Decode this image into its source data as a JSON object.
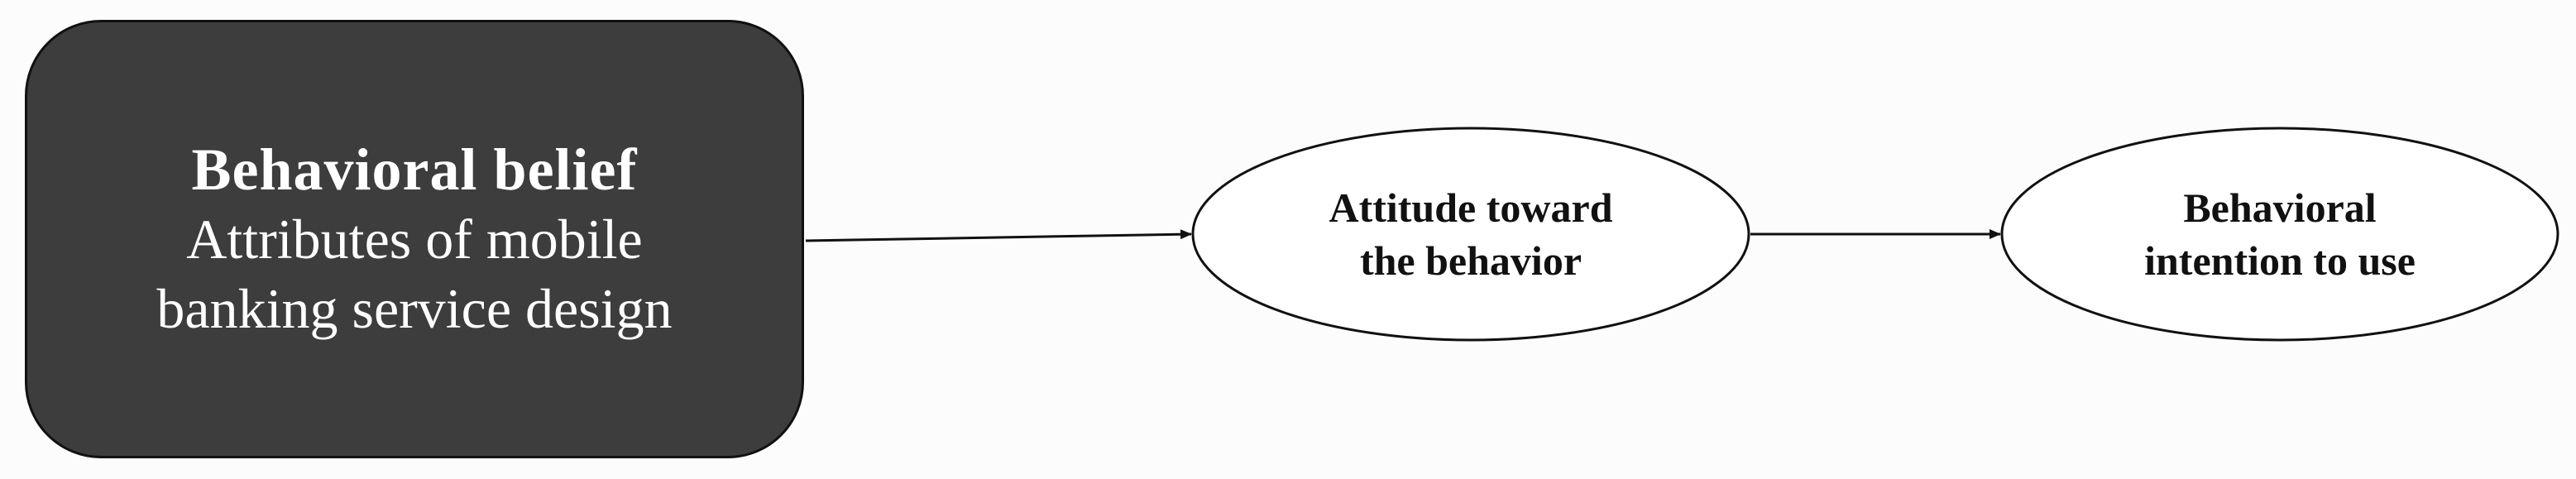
{
  "belief_box": {
    "title": "Behavioral belief",
    "line1": "Attributes of mobile",
    "line2": "banking service design"
  },
  "attitude_node": {
    "line1": "Attitude toward",
    "line2": "the behavior"
  },
  "intention_node": {
    "line1": "Behavioral",
    "line2": "intention to use"
  },
  "colors": {
    "box_fill": "#3d3d3d",
    "stroke": "#111111",
    "box_text": "#ffffff"
  }
}
